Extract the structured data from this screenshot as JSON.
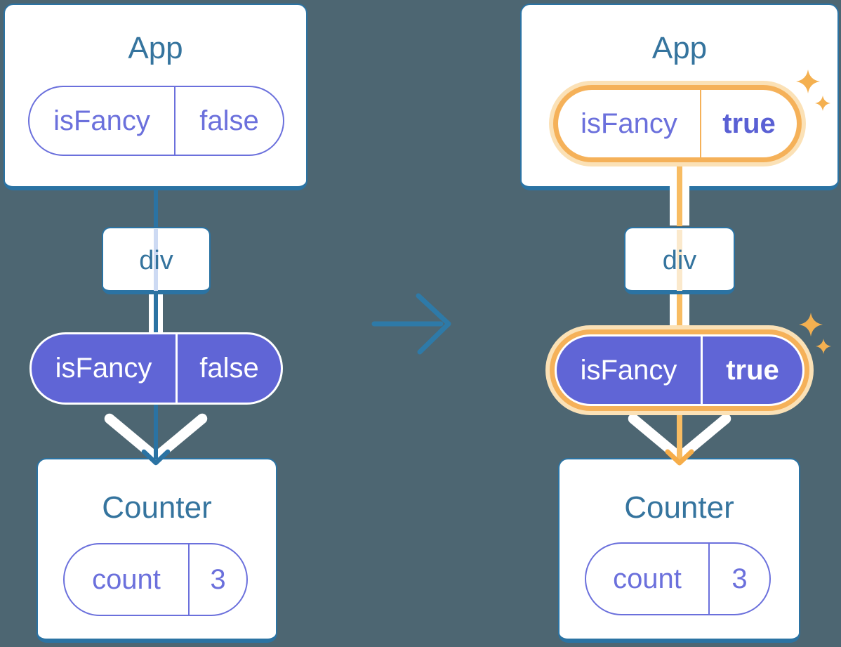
{
  "panels": {
    "before": {
      "app": {
        "title": "App",
        "state_pill": {
          "key": "isFancy",
          "value": "false"
        }
      },
      "container": {
        "label": "div"
      },
      "prop_pill": {
        "key": "isFancy",
        "value": "false"
      },
      "counter": {
        "title": "Counter",
        "state_pill": {
          "key": "count",
          "value": "3"
        }
      }
    },
    "after": {
      "app": {
        "title": "App",
        "state_pill": {
          "key": "isFancy",
          "value": "true"
        }
      },
      "container": {
        "label": "div"
      },
      "prop_pill": {
        "key": "isFancy",
        "value": "true"
      },
      "counter": {
        "title": "Counter",
        "state_pill": {
          "key": "count",
          "value": "3"
        }
      }
    }
  },
  "icons": {
    "transition": "right-arrow-icon",
    "prop_flow": "down-chevron-arrow-icon",
    "highlight": "sparkle-icon"
  },
  "colors": {
    "background": "#4D6672",
    "box_border": "#2B73A3",
    "component_title": "#35749E",
    "state_purple": "#6065D6",
    "purple_text": "#6B70DC",
    "highlight_orange": "#F5B159",
    "highlight_orange_line": "#F8BC62",
    "highlight_orange_pale": "#FBE1B6",
    "pass_through_lavender": "#CDDAF3",
    "pass_through_peach": "#FBE9CC",
    "white": "#FFFFFF"
  }
}
